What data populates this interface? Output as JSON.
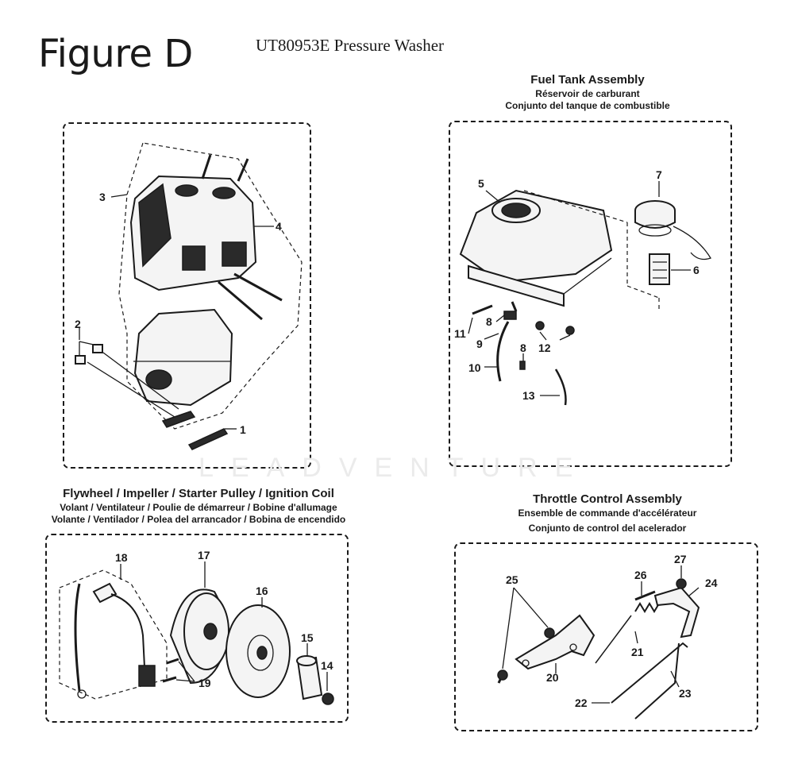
{
  "header": {
    "figure_title": "Figure D",
    "product_title": "UT80953E Pressure Washer"
  },
  "watermark": "LEADVENTURE",
  "sections": {
    "fuel_tank": {
      "title_en": "Fuel Tank Assembly",
      "title_fr": "Réservoir de carburant",
      "title_es": "Conjunto del tanque de combustible",
      "callouts": [
        "5",
        "7",
        "6",
        "11",
        "8",
        "9",
        "12",
        "8",
        "10",
        "13"
      ]
    },
    "flywheel": {
      "title_en": "Flywheel / Impeller / Starter Pulley / Ignition Coil",
      "title_fr": "Volant / Ventilateur / Poulie de démarreur / Bobine d'allumage",
      "title_es": "Volante / Ventilador / Polea del arrancador / Bobina de encendido",
      "callouts": [
        "18",
        "17",
        "16",
        "15",
        "14",
        "19"
      ]
    },
    "throttle": {
      "title_en": "Throttle Control Assembly",
      "title_fr": "Ensemble de commande d'accélérateur",
      "title_es": "Conjunto de control del acelerador",
      "callouts": [
        "25",
        "26",
        "27",
        "24",
        "21",
        "20",
        "22",
        "23"
      ]
    },
    "shroud": {
      "callouts": [
        "3",
        "4",
        "2",
        "1"
      ]
    }
  }
}
